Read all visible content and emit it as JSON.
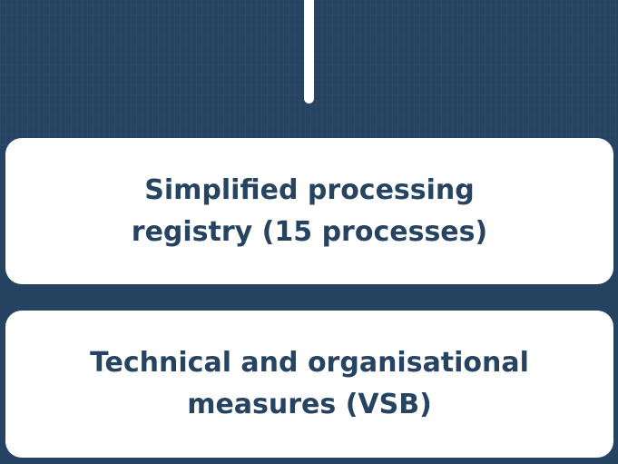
{
  "boxes": [
    {
      "lines": [
        "Simplified processing",
        "registry (15 processes)"
      ]
    },
    {
      "lines": [
        "Technical and organisational",
        "measures (VSB)"
      ]
    }
  ],
  "colors": {
    "background": "#264462",
    "box": "#ffffff",
    "text": "#264462",
    "connector": "#ffffff"
  }
}
